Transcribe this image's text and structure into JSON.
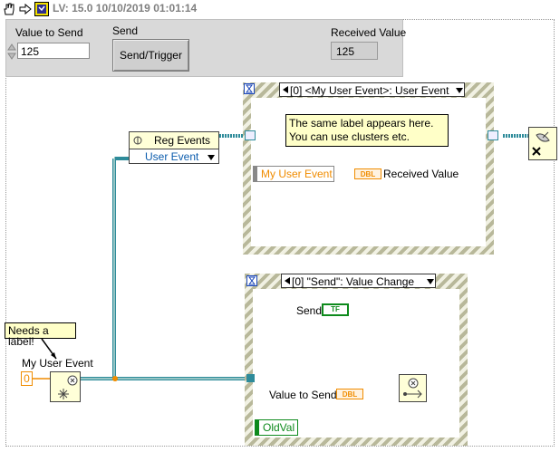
{
  "toolbar": {
    "icons": [
      "hand-icon",
      "arrow-icon",
      "labview-vi-icon"
    ],
    "title": "LV: 15.0 10/10/2019 01:01:14"
  },
  "front_panel": {
    "value_to_send_label": "Value to Send",
    "value_to_send_value": "125",
    "send_label": "Send",
    "send_button_text": "Send/Trigger",
    "received_value_label": "Received Value",
    "received_value_value": "125"
  },
  "diagram": {
    "tooltip_needs_label": "Needs a label!",
    "my_user_event_label": "My User Event",
    "constant_value": "0",
    "reg_events_title": "Reg Events",
    "reg_events_item": "User Event",
    "event_case_top_selector": "[0] <My User Event>: User Event",
    "tooltip_same_label_line1": "The same label appears here.",
    "tooltip_same_label_line2": "You can use clusters etc.",
    "event_data_my_user_event": "My User Event",
    "dbl_tag": "DBL",
    "received_value_terminal": "Received Value",
    "event_case_bottom_selector": "[0] \"Send\": Value Change",
    "send_terminal_label": "Send",
    "bool_tag": "TF",
    "value_to_send_terminal": "Value to Send",
    "oldval_label": "OldVal"
  },
  "colors": {
    "wire_blue": "#2e8b9a",
    "wire_orange": "#f08c00",
    "bool_green": "#0d8a1c",
    "stripe_dark": "#b8b89a",
    "stripe_light": "#f1f1e3"
  }
}
